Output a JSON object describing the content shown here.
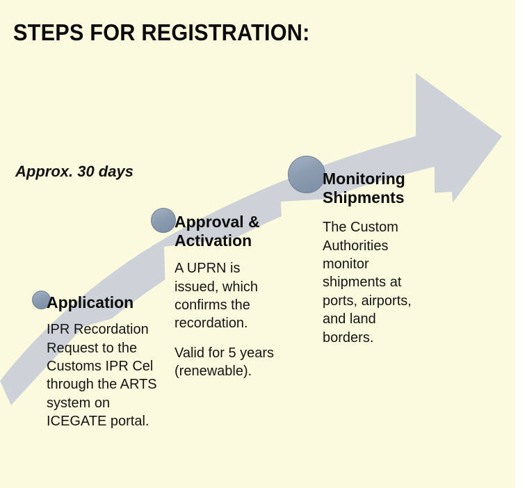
{
  "title": "STEPS FOR REGISTRATION:",
  "annotation": "Approx. 30 days",
  "colors": {
    "background": "#fcfade",
    "arrow": "#ccd2d8",
    "marker": "#8c9cb0",
    "marker_border": "#6d7f94",
    "text": "#0a0a0a"
  },
  "steps": [
    {
      "index": 1,
      "heading": "Application",
      "paragraphs": [
        "IPR Recordation Request to the Customs IPR Cel through the ARTS system on ICEGATE portal."
      ]
    },
    {
      "index": 2,
      "heading": "Approval & Activation",
      "paragraphs": [
        "A UPRN is issued, which confirms the recordation.",
        "Valid for 5 years (renewable)."
      ]
    },
    {
      "index": 3,
      "heading": "Monitoring Shipments",
      "paragraphs": [
        "The Custom Authorities monitor shipments at ports, airports, and land borders."
      ]
    }
  ],
  "chart_data": {
    "type": "diagram",
    "title": "STEPS FOR REGISTRATION:",
    "subtype": "ascending-arrow-process",
    "direction": "left-to-right ascending",
    "annotations": [
      "Approx. 30 days"
    ],
    "nodes": [
      {
        "label": "Application",
        "marker_center": [
          59,
          431
        ],
        "marker_diameter": 27
      },
      {
        "label": "Approval & Activation",
        "marker_center": [
          235,
          317
        ],
        "marker_diameter": 36
      },
      {
        "label": "Monitoring Shipments",
        "marker_center": [
          441,
          251
        ],
        "marker_diameter": 54
      }
    ]
  }
}
